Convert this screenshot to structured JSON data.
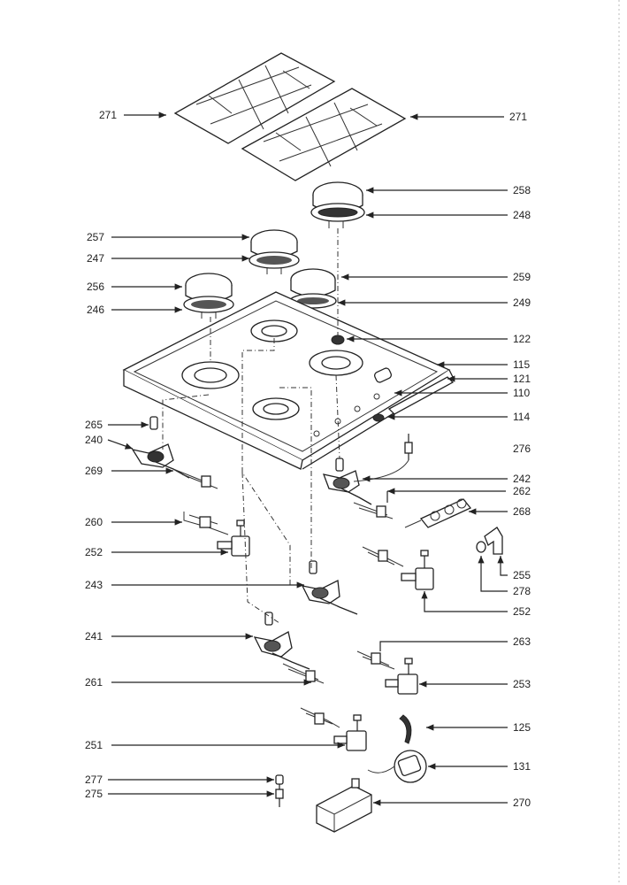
{
  "callouts": [
    {
      "id": "271a",
      "text": "271"
    },
    {
      "id": "271b",
      "text": "271"
    },
    {
      "id": "258",
      "text": "258"
    },
    {
      "id": "248",
      "text": "248"
    },
    {
      "id": "257",
      "text": "257"
    },
    {
      "id": "247",
      "text": "247"
    },
    {
      "id": "259",
      "text": "259"
    },
    {
      "id": "256",
      "text": "256"
    },
    {
      "id": "249",
      "text": "249"
    },
    {
      "id": "246",
      "text": "246"
    },
    {
      "id": "122",
      "text": "122"
    },
    {
      "id": "115",
      "text": "115"
    },
    {
      "id": "121",
      "text": "121"
    },
    {
      "id": "110",
      "text": "110"
    },
    {
      "id": "265",
      "text": "265"
    },
    {
      "id": "114",
      "text": "114"
    },
    {
      "id": "240",
      "text": "240"
    },
    {
      "id": "276",
      "text": "276"
    },
    {
      "id": "269",
      "text": "269"
    },
    {
      "id": "242",
      "text": "242"
    },
    {
      "id": "262",
      "text": "262"
    },
    {
      "id": "268",
      "text": "268"
    },
    {
      "id": "260",
      "text": "260"
    },
    {
      "id": "252a",
      "text": "252"
    },
    {
      "id": "255",
      "text": "255"
    },
    {
      "id": "278",
      "text": "278"
    },
    {
      "id": "243",
      "text": "243"
    },
    {
      "id": "252b",
      "text": "252"
    },
    {
      "id": "241",
      "text": "241"
    },
    {
      "id": "263",
      "text": "263"
    },
    {
      "id": "261",
      "text": "261"
    },
    {
      "id": "253",
      "text": "253"
    },
    {
      "id": "125",
      "text": "125"
    },
    {
      "id": "251",
      "text": "251"
    },
    {
      "id": "131",
      "text": "131"
    },
    {
      "id": "277",
      "text": "277"
    },
    {
      "id": "275",
      "text": "275"
    },
    {
      "id": "270",
      "text": "270"
    }
  ]
}
